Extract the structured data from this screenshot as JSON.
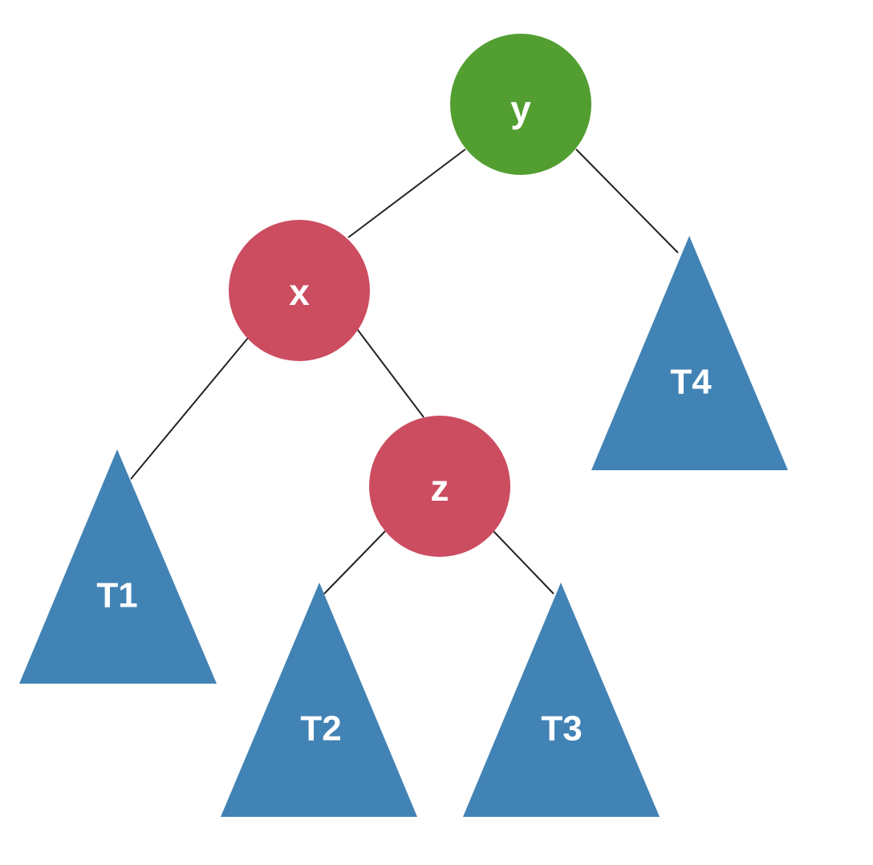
{
  "colors": {
    "root_node": "#529e31",
    "red_node": "#cc4c60",
    "subtree": "#4283b5",
    "edge": "#222222",
    "label": "#ffffff"
  },
  "nodes": {
    "y": {
      "label": "y"
    },
    "x": {
      "label": "x"
    },
    "z": {
      "label": "z"
    }
  },
  "subtrees": {
    "t1": {
      "label": "T1"
    },
    "t2": {
      "label": "T2"
    },
    "t3": {
      "label": "T3"
    },
    "t4": {
      "label": "T4"
    }
  }
}
